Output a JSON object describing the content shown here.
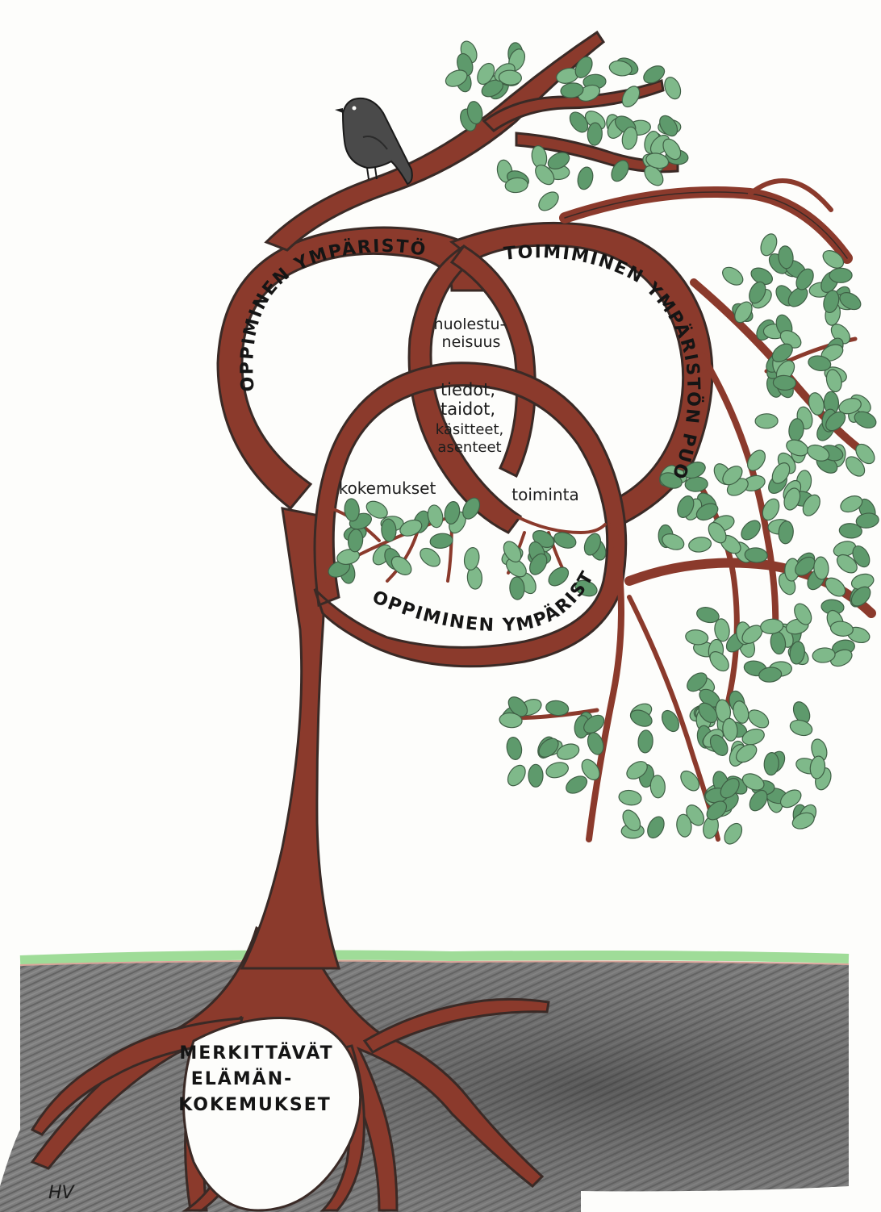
{
  "diagram": {
    "outer_rings": {
      "learning_about": "OPPIMINEN YMPÄRISTÖSTÄ",
      "acting_for": "TOIMIMINEN YMPÄRISTÖN PUOLESTA",
      "learning_in": "OPPIMINEN YMPÄRISTÖSSÄ"
    },
    "inner": {
      "concern_line1": "huolestu-",
      "concern_line2": "neisuus",
      "core_line1": "tiedot,",
      "core_line2": "taidot,",
      "core_line3": "käsitteet,",
      "core_line4": "asenteet",
      "experiences": "kokemukset",
      "action": "toiminta"
    },
    "roots": {
      "line1": "MERKITTÄVÄT",
      "line2": "ELÄMÄN-",
      "line3": "KOKEMUKSET"
    },
    "signature": "HV"
  },
  "colors": {
    "trunk": "#8b3a2c",
    "outline": "#3a2a26",
    "leaf": "#7fb98a",
    "leaf_dark": "#5e9a6c",
    "grass": "#8fd08a",
    "soil": "#6e6e6e"
  }
}
